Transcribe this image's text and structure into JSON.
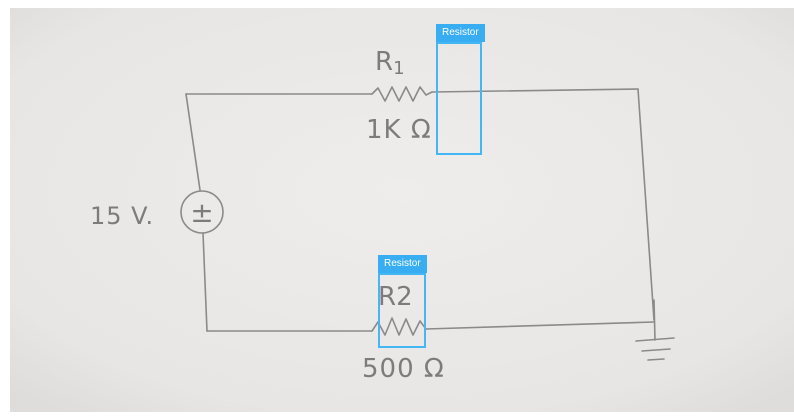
{
  "circuit": {
    "source": {
      "label": "15 V.",
      "symbol": "±"
    },
    "resistors": [
      {
        "name": "R1",
        "name_main": "R",
        "name_sub": "1",
        "value": "1K Ω"
      },
      {
        "name": "R2",
        "name_main": "R2",
        "name_sub": "",
        "value": "500 Ω"
      }
    ],
    "ground": true
  },
  "annotations": [
    {
      "label": "Resistor",
      "target": "R1"
    },
    {
      "label": "Resistor",
      "target": "R2"
    }
  ],
  "colors": {
    "paper": "#ebe9e7",
    "ink": "#8a8a8a",
    "annotation_box": "#45b6f4",
    "annotation_tag": "#39adf1"
  }
}
